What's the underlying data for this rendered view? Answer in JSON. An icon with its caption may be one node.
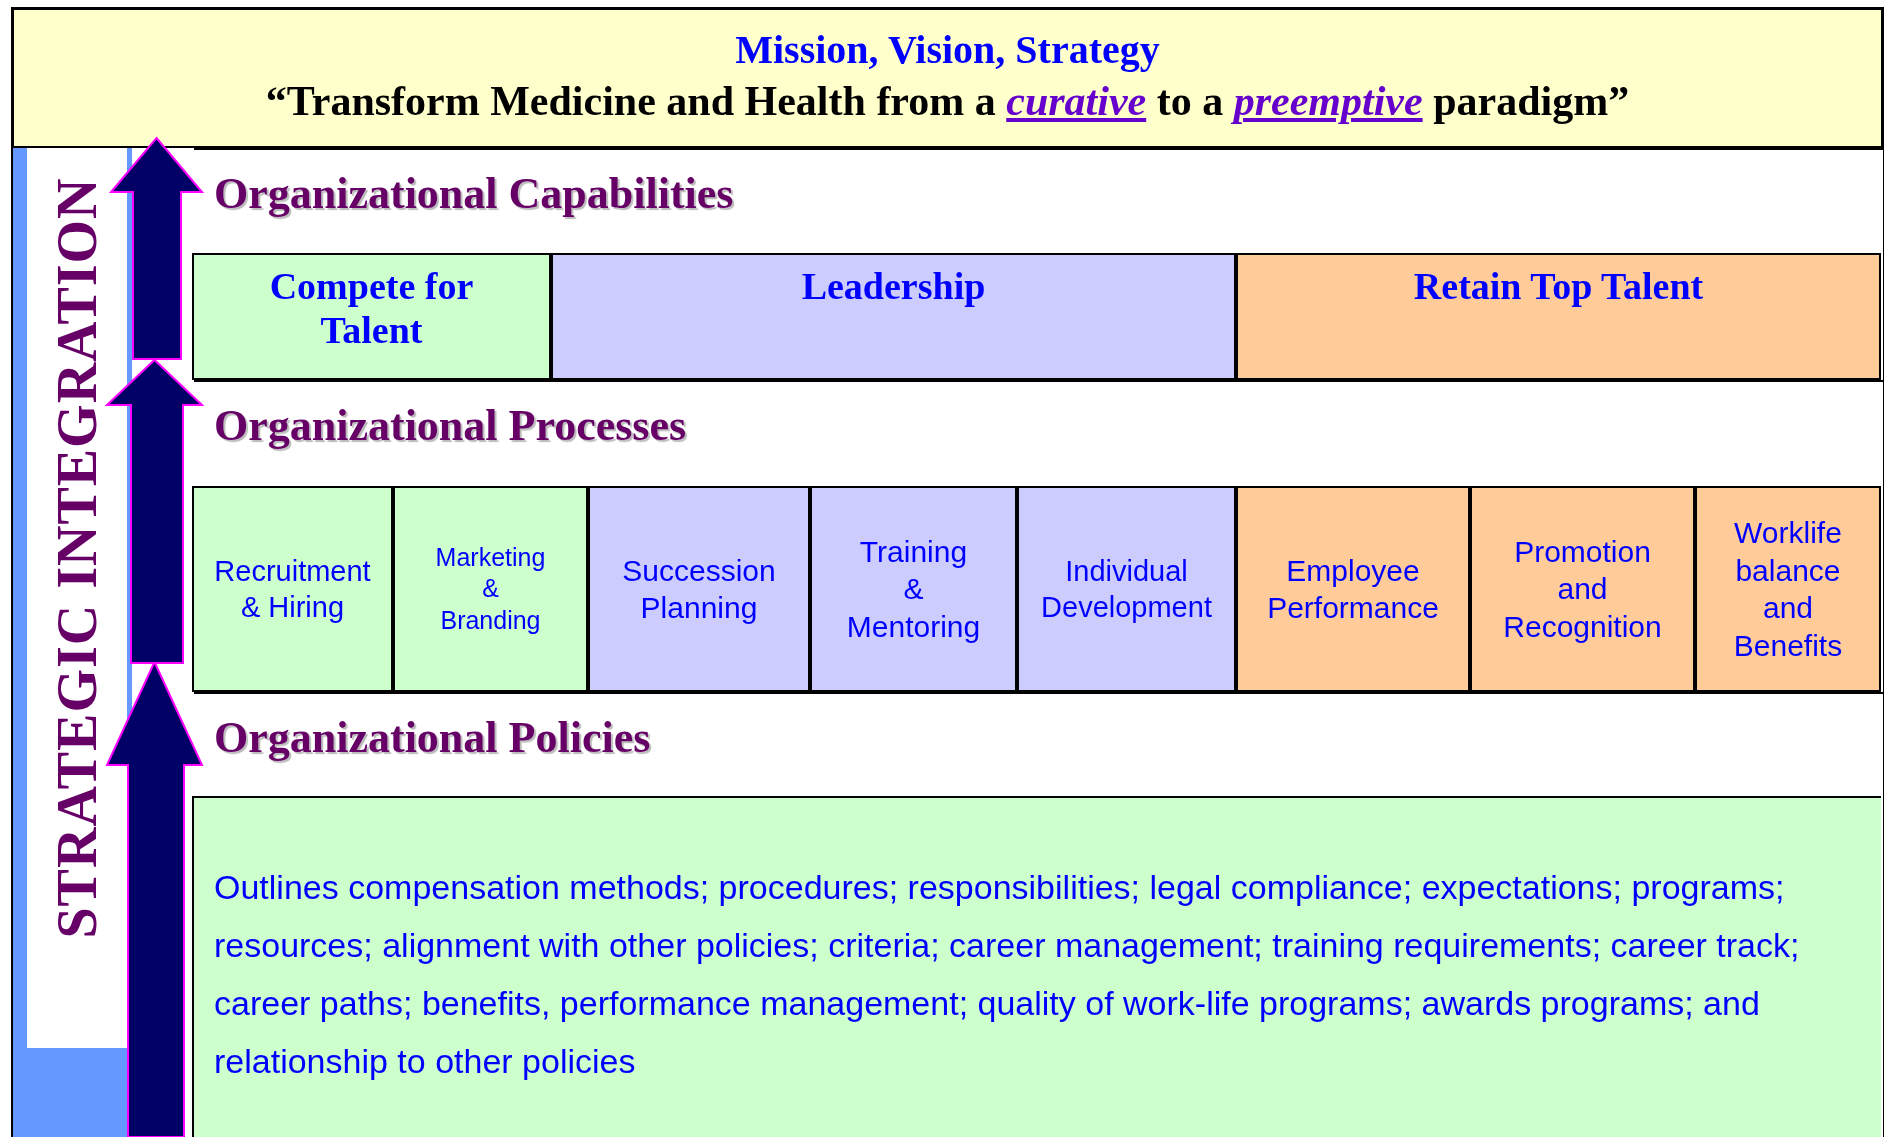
{
  "diagram": {
    "nodes": [
      {
        "text": [
          "Mission, Vision, Strategy",
          "“Transform Medicine and Health from a *curative* to a *preemptive* paradigm”"
        ]
      },
      {
        "text": [
          "Organizational Capabilities"
        ]
      },
      {
        "text": [
          "Compete for Talent"
        ],
        "in": 1
      },
      {
        "text": [
          "Leadership"
        ],
        "in": 1
      },
      {
        "text": [
          "Retain Top Talent"
        ],
        "in": 1
      },
      {
        "text": [
          "Organizational Processes"
        ]
      },
      {
        "text": [
          "Recruitment & Hiring"
        ],
        "in": 5
      },
      {
        "text": [
          "Marketing & Branding"
        ],
        "in": 5
      },
      {
        "text": [
          "Succession Planning"
        ],
        "in": 5
      },
      {
        "text": [
          "Training & Mentoring"
        ],
        "in": 5
      },
      {
        "text": [
          "Individual Development"
        ],
        "in": 5
      },
      {
        "text": [
          "Employee Performance"
        ],
        "in": 5
      },
      {
        "text": [
          "Promotion and Recognition"
        ],
        "in": 5
      },
      {
        "text": [
          "Worklife balance and Benefits"
        ],
        "in": 5
      },
      {
        "text": [
          "Organizational Policies"
        ]
      },
      {
        "text": [
          "Outlines compensation methods; procedures; responsibilities; legal compliance; expectations; programs; resources; alignment with other policies; criteria; career management; training requirements; career track; career paths; benefits, performance management; quality of work-life programs; awards programs; and relationship to other policies"
        ],
        "in": 14
      },
      {
        "text": [
          "STRATEGIC INTEGRATION"
        ]
      }
    ],
    "edges": [
      {
        "from": 14,
        "to": 5,
        "arrow": "to"
      },
      {
        "from": 5,
        "to": 1,
        "arrow": "to"
      },
      {
        "from": 1,
        "to": 0,
        "arrow": "to"
      }
    ]
  }
}
